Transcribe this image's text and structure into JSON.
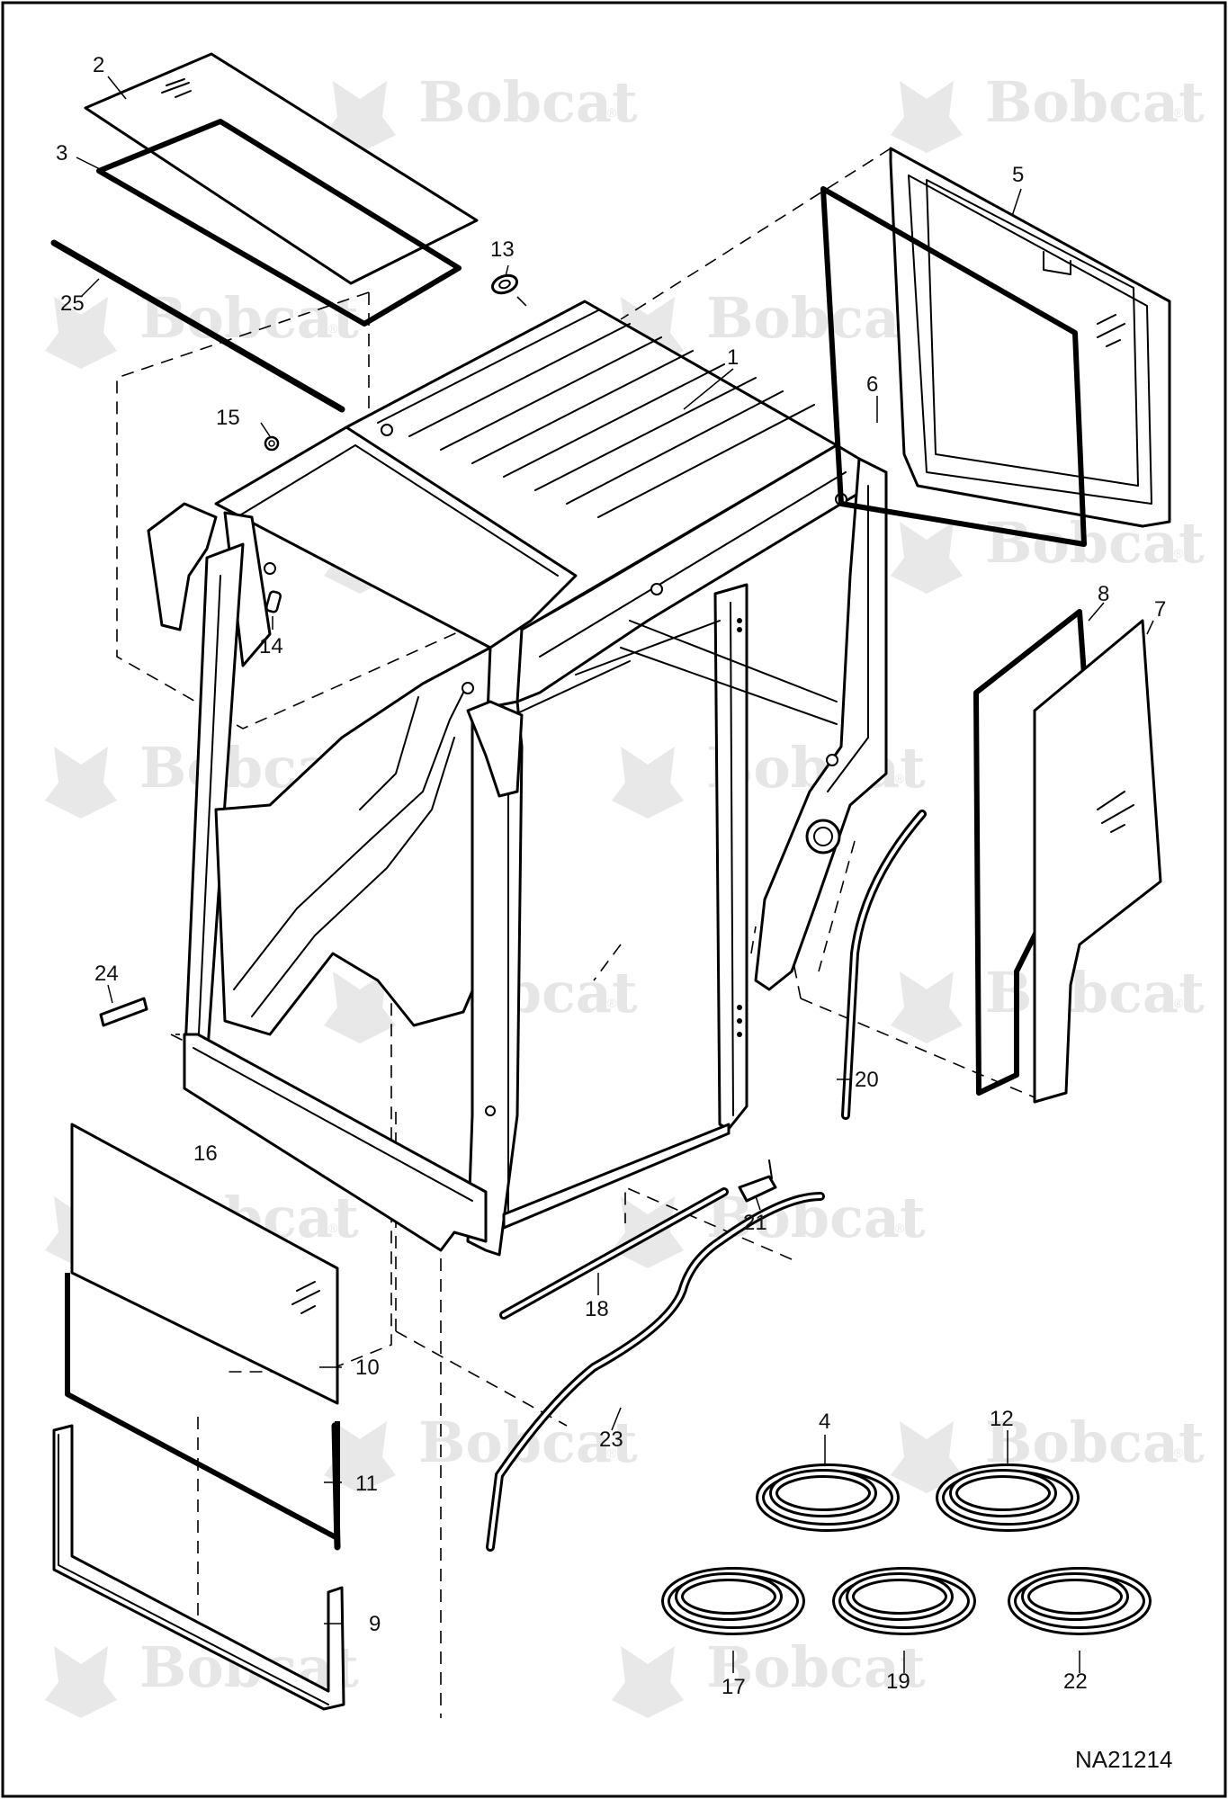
{
  "diagram": {
    "watermark_text": "Bobcat",
    "watermark_reg": "®",
    "drawing_id": "NA21214",
    "callouts": [
      "1",
      "2",
      "3",
      "4",
      "5",
      "6",
      "7",
      "8",
      "9",
      "10",
      "11",
      "12",
      "13",
      "14",
      "15",
      "16",
      "17",
      "18",
      "19",
      "20",
      "21",
      "22",
      "23",
      "24",
      "25"
    ]
  }
}
